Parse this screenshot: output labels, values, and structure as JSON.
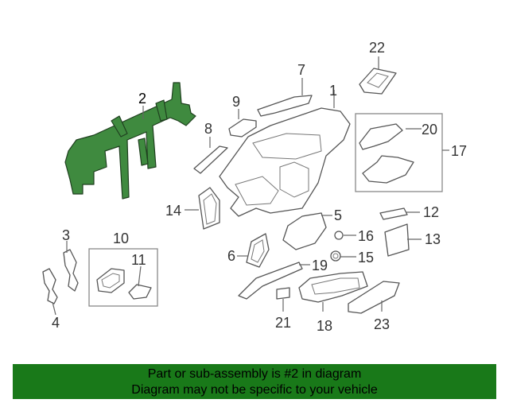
{
  "callouts": {
    "p1": "1",
    "p2": "2",
    "p3": "3",
    "p4": "4",
    "p5": "5",
    "p6": "6",
    "p7": "7",
    "p8": "8",
    "p9": "9",
    "p10": "10",
    "p11": "11",
    "p12": "12",
    "p13": "13",
    "p14": "14",
    "p15": "15",
    "p16": "16",
    "p17": "17",
    "p18": "18",
    "p19": "19",
    "p20": "20",
    "p21": "21",
    "p22": "22",
    "p23": "23"
  },
  "highlighted_part": "2",
  "colors": {
    "highlight_part": "#3f8a3f",
    "banner_bg": "#197919",
    "line_art": "#555555"
  },
  "banner": {
    "line1": "Part or sub-assembly is #2 in diagram",
    "line2": "Diagram may not be specific to your vehicle"
  }
}
